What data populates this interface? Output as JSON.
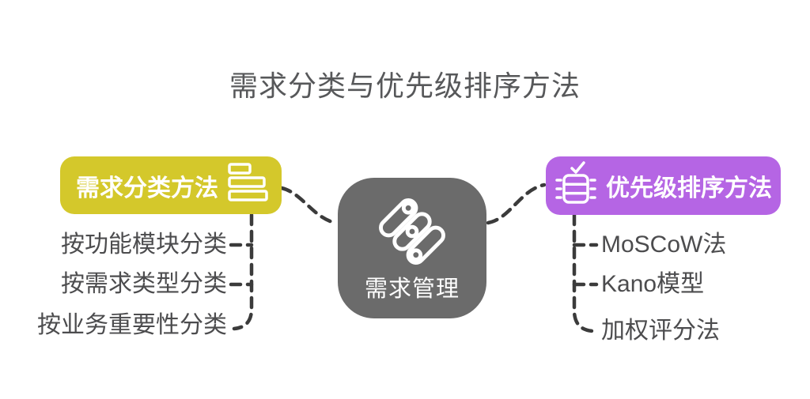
{
  "title": "需求分类与优先级排序方法",
  "center_node": {
    "label": "需求管理",
    "icon": "capsules-logo-icon",
    "color": "#6b6b6b"
  },
  "left_branch": {
    "label": "需求分类方法",
    "icon": "category-bars-icon",
    "color": "#d4c82b",
    "items": [
      "按功能模块分类",
      "按需求类型分类",
      "按业务重要性分类"
    ]
  },
  "right_branch": {
    "label": "优先级排序方法",
    "icon": "priority-checklist-icon",
    "color": "#b565e4",
    "items": [
      "MoSCoW法",
      "Kano模型",
      "加权评分法"
    ]
  },
  "colors": {
    "background": "#ffffff",
    "title_text": "#57585a",
    "leaf_text": "#4c4c4e",
    "connector": "#3b3b3b",
    "node_text": "#ffffff"
  }
}
